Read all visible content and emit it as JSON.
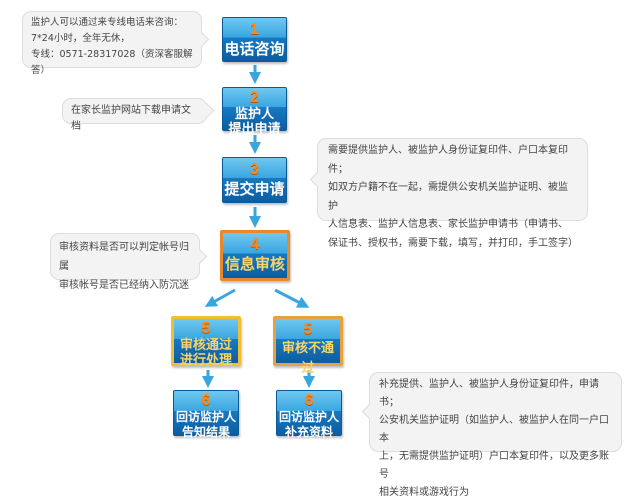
{
  "steps": [
    {
      "num": "1",
      "label": "电话咨询"
    },
    {
      "num": "2",
      "label1": "监护人",
      "label2": "提出申请"
    },
    {
      "num": "3",
      "label": "提交申请"
    },
    {
      "num": "4",
      "label": "信息审核"
    },
    {
      "num": "5",
      "label1": "审核通过",
      "label2": "进行处理"
    },
    {
      "num": "5",
      "label": "审核不通过"
    },
    {
      "num": "6",
      "label1": "回访监护人",
      "label2": "告知结果"
    },
    {
      "num": "6",
      "label1": "回访监护人",
      "label2": "补充资料"
    }
  ],
  "notes": {
    "phone": [
      "监护人可以通过来专线电话来咨询：",
      "7*24小时，全年无休，",
      "专线：0571-28317028（资深客服解答）"
    ],
    "download": "在家长监护网站下载申请文档",
    "submit": [
      "需要提供监护人、被监护人身份证复印件、户口本复印件；",
      "如双方户籍不在一起，需提供公安机关监护证明、被监护",
      "人信息表、监护人信息表、家长监护申请书（申请书、",
      "保证书、授权书，需要下载，填写，并打印，手工签字）"
    ],
    "review": [
      "审核资料是否可以判定帐号归属",
      "审核帐号是否已经纳入防沉迷"
    ],
    "supplement": [
      "补充提供、监护人、被监护人身份证复印件，申请书；",
      "公安机关监护证明（如监护人、被监护人在同一户口本",
      "上，无需提供监护证明）户口本复印件，以及更多账号",
      "相关资料或游戏行为"
    ]
  }
}
